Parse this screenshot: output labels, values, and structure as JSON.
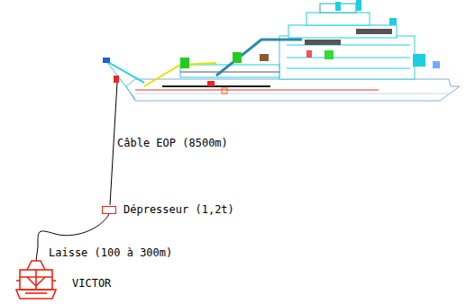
{
  "diagram": {
    "nodes": [
      {
        "text": [
          "Dépresseur (1,2t)"
        ]
      },
      {
        "text": [
          "VICTOR"
        ]
      }
    ],
    "edges": [
      {
        "from": 0,
        "to": 1,
        "arrow": "none",
        "label": "Laisse (100 à 300m)"
      }
    ],
    "labels": [
      "Câble EOP (8500m)"
    ]
  }
}
